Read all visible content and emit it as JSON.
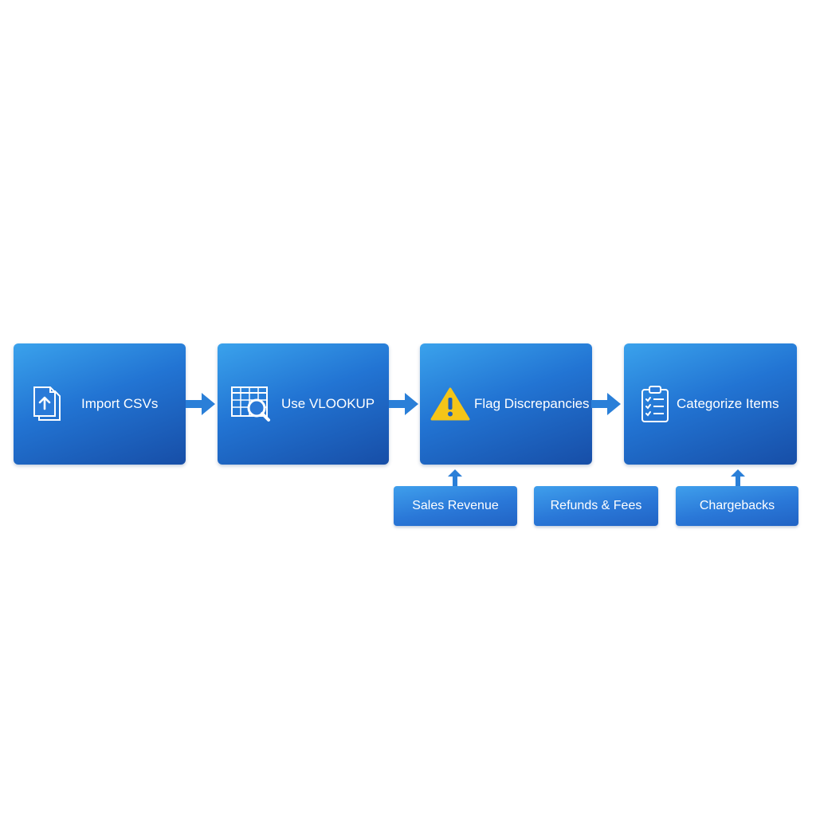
{
  "diagram": {
    "steps": [
      {
        "label": "Import CSVs",
        "icon": "file-upload-icon"
      },
      {
        "label": "Use VLOOKUP",
        "icon": "spreadsheet-search-icon"
      },
      {
        "label": "Flag Discrepancies",
        "icon": "warning-icon"
      },
      {
        "label": "Categorize Items",
        "icon": "clipboard-checklist-icon"
      }
    ],
    "sub_items": [
      {
        "label": "Sales Revenue"
      },
      {
        "label": "Refunds & Fees"
      },
      {
        "label": "Chargebacks"
      }
    ],
    "colors": {
      "box_light": "#3aa2ec",
      "box_mid": "#2274d3",
      "box_dark": "#174ea7",
      "arrow": "#2a7fd8",
      "warning": "#f5c518",
      "text": "#ffffff"
    }
  }
}
